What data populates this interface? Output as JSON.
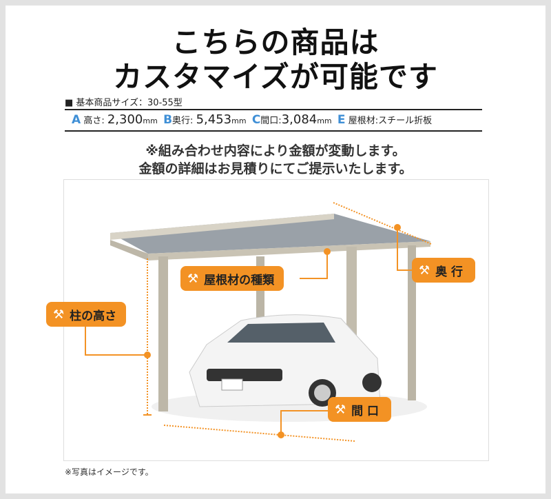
{
  "title": {
    "line1": "こちらの商品は",
    "line2": "カスタマイズが可能です"
  },
  "spec": {
    "size_label": "■ 基本商品サイズ：30-55型",
    "items": [
      {
        "key": "A",
        "label": "高さ:",
        "value": "2,300",
        "unit": "mm"
      },
      {
        "key": "B",
        "label": "奥行:",
        "value": "5,453",
        "unit": "mm"
      },
      {
        "key": "C",
        "label": "間口:",
        "value": "3,084",
        "unit": "mm"
      },
      {
        "key": "E",
        "label": "屋根材:",
        "value": "スチール折板",
        "unit": ""
      }
    ]
  },
  "notice": {
    "line1": "※組み合わせ内容により金額が変動します。",
    "line2": "金額の詳細はお見積りにてご提示いたします。"
  },
  "tags": {
    "roof": "屋根材の種類",
    "depth": "奥 行",
    "height": "柱の高さ",
    "width": "間 口"
  },
  "colors": {
    "accent": "#f39224",
    "key": "#3f8fd6"
  },
  "footnote": "※写真はイメージです。"
}
